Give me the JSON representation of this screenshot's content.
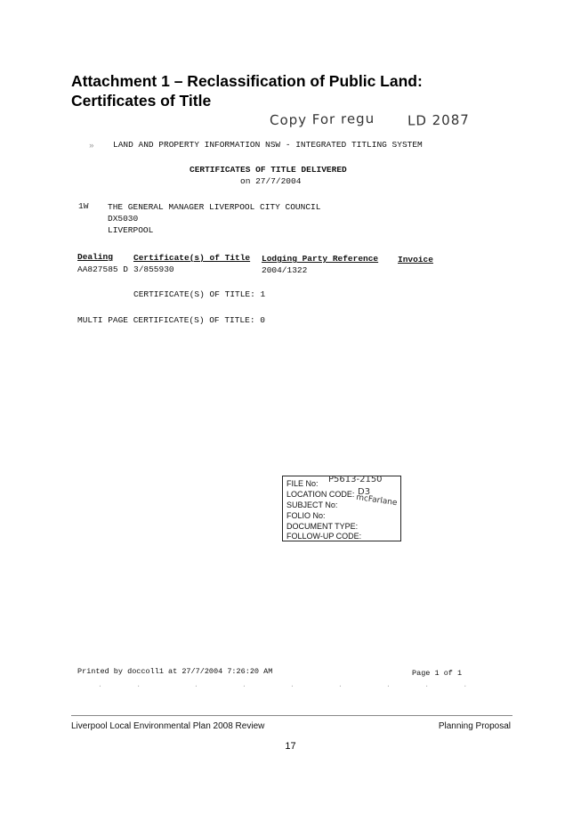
{
  "heading": {
    "line1": "Attachment 1 – Reclassification of Public Land:",
    "line2": "Certificates of Title"
  },
  "handwritten_note": {
    "copy_for_reg": "Copy For regu",
    "ref": "LD 2087"
  },
  "certificate": {
    "system_title": "LAND AND PROPERTY INFORMATION NSW - INTEGRATED TITLING SYSTEM",
    "delivered_title": "CERTIFICATES OF TITLE DELIVERED",
    "delivered_date": "on 27/7/2004",
    "recipient_code": "1W",
    "recipient_name": "THE GENERAL MANAGER LIVERPOOL CITY COUNCIL",
    "recipient_dx": "DX5030",
    "recipient_city": "LIVERPOOL",
    "columns": {
      "dealing": "Dealing",
      "certificates": "Certificate(s) of Title",
      "lodging_ref": "Lodging Party Reference",
      "invoice": "Invoice"
    },
    "row": {
      "dealing": "AA827585 D",
      "certificate": "3/855930",
      "lodging_ref": "2004/1322"
    },
    "count_line": "CERTIFICATE(S) OF TITLE: 1",
    "multi_page_line": "MULTI PAGE CERTIFICATE(S) OF TITLE: 0",
    "printed_by": "Printed by doccoll1 at 27/7/2004 7:26:20 AM",
    "page_info": "Page 1 of 1"
  },
  "stamp": {
    "file_no_label": "FILE No:",
    "file_no_value": "P5613-2150",
    "location_code_label": "LOCATION CODE:",
    "location_code_value": "D3",
    "subject_no_label": "SUBJECT No:",
    "subject_no_value": "mcFarlane",
    "folio_no_label": "FOLIO No:",
    "document_type_label": "DOCUMENT TYPE:",
    "follow_up_code_label": "FOLLOW-UP CODE:"
  },
  "footer": {
    "left": "Liverpool Local Environmental Plan 2008 Review",
    "right": "Planning Proposal",
    "page_number": "17"
  }
}
